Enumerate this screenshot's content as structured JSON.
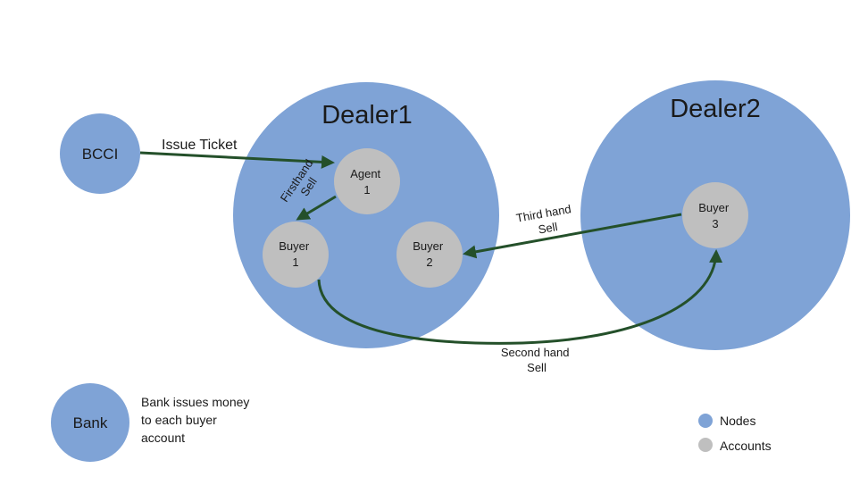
{
  "colors": {
    "node": "#7fa3d6",
    "account": "#bfbfbf",
    "arrow": "#24502a"
  },
  "nodes": {
    "dealer1": "Dealer1",
    "dealer2": "Dealer2",
    "bcci": "BCCI",
    "bank": "Bank"
  },
  "accounts": {
    "agent1": [
      "Agent",
      "1"
    ],
    "buyer1": [
      "Buyer",
      "1"
    ],
    "buyer2": [
      "Buyer",
      "2"
    ],
    "buyer3": [
      "Buyer",
      "3"
    ]
  },
  "edges": {
    "issue_ticket": "Issue Ticket",
    "firsthand": [
      "Firsthand",
      "Sell"
    ],
    "secondhand": [
      "Second hand",
      "Sell"
    ],
    "thirdhand": [
      "Third hand",
      "Sell"
    ]
  },
  "bank_note": [
    "Bank issues money",
    "to each buyer",
    "account"
  ],
  "legend": {
    "nodes": "Nodes",
    "accounts": "Accounts"
  }
}
